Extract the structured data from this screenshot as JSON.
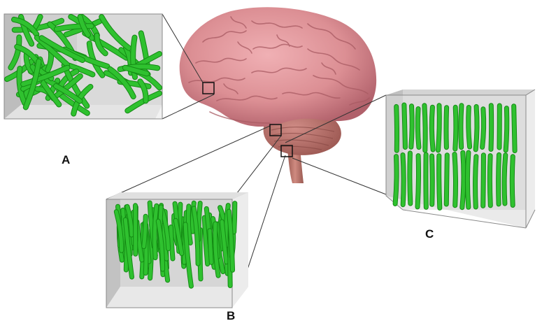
{
  "labels": {
    "a": "A",
    "b": "B",
    "c": "C"
  },
  "colors": {
    "fiber": "#2fc12f",
    "fiber_dark": "#148a14",
    "box_back": "#cfcfcf",
    "box_side": "#e4e4e4",
    "box_floor": "#ececec",
    "brain": "#dc8f94",
    "cerebellum": "#b9716c",
    "brainstem": "#c07c72"
  }
}
